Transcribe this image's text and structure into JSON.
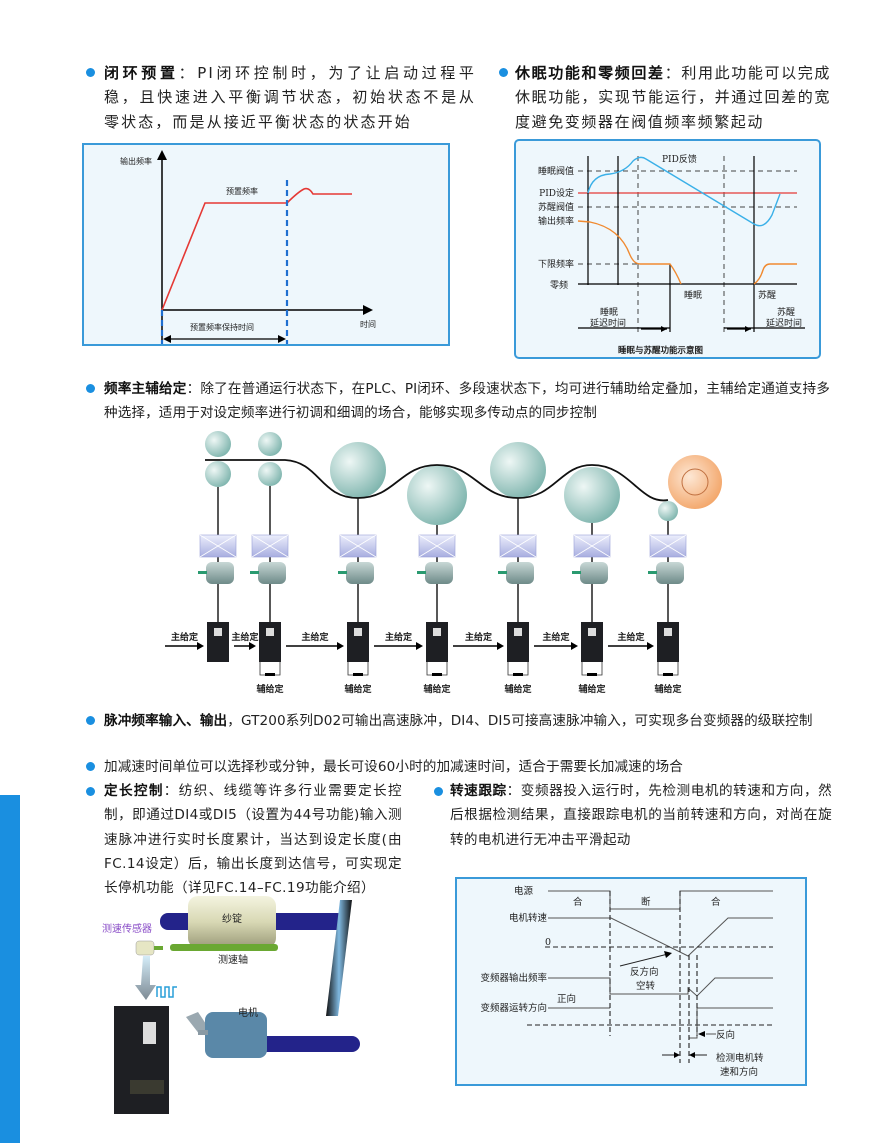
{
  "colors": {
    "accent": "#1a8fe0",
    "box_border": "#3a9ad9",
    "box_bg": "#eef7fc",
    "red_line": "#e53935",
    "feedback": "#3ab0e8",
    "output": "#f08a30"
  },
  "closed_loop": {
    "heading": "闭环预置",
    "body": "：PI闭环控制时，为了让启动过程平稳，且快速进入平衡调节状态，初始状态不是从零状态，而是从接近平衡状态的状态开始",
    "diagram": {
      "y_label": "输出频率",
      "x_label": "时间",
      "preset_label": "预置频率",
      "hold_label": "预置频率保持时间"
    }
  },
  "sleep": {
    "heading": "休眠功能和零频回差",
    "body": "：利用此功能可以完成休眠功能，实现节能运行，并通过回差的宽度避免变频器在阀值频率频繁起动",
    "diagram": {
      "sleep_threshold": "睡眠阀值",
      "pid_set": "PID设定",
      "wake_threshold": "苏醒阀值",
      "output_freq": "输出频率",
      "lower_limit": "下限频率",
      "zero_freq": "零频",
      "pid_feedback": "PID反馈",
      "sleep": "睡眠",
      "wake": "苏醒",
      "sleep_delay_1": "睡眠",
      "sleep_delay_2": "延迟时间",
      "wake_delay_1": "苏醒",
      "wake_delay_2": "延迟时间",
      "caption": "睡眠与苏醒功能示意图"
    }
  },
  "main_aux": {
    "heading": "频率主辅给定",
    "body": "：除了在普通运行状态下，在PLC、PI闭环、多段速状态下，均可进行辅助给定叠加，主辅给定通道支持多种选择，适用于对设定频率进行初调和细调的场合，能够实现多传动点的同步控制",
    "main_label": "主给定",
    "aux_label": "辅给定"
  },
  "pulse": {
    "heading": "脉冲频率输入、输出",
    "body": "，GT200系列D02可输出高速脉冲，DI4、DI5可接高速脉冲输入，可实现多台变频器的级联控制"
  },
  "accel": {
    "body": "加减速时间单位可以选择秒或分钟，最长可设60小时的加减速时间，适合于需要长加减速的场合"
  },
  "length": {
    "heading": "定长控制",
    "body": "：纺织、线缆等许多行业需要定长控制，即通过DI4或DI5（设置为44号功能)输入测速脉冲进行实时长度累计，当达到设定长度(由FC.14设定）后，输出长度到达信号，可实现定长停机功能（详见FC.14–FC.19功能介绍）",
    "picture": {
      "spindle": "纱锭",
      "sensor": "测速传感器",
      "shaft": "测速轴",
      "motor": "电机"
    }
  },
  "tracking": {
    "heading": "转速跟踪",
    "body": "：变频器投入运行时，先检测电机的转速和方向，然后根据检测结果，直接跟踪电机的当前转速和方向，对尚在旋转的电机进行无冲击平滑起动",
    "diagram": {
      "power": "电源",
      "on_1": "合",
      "off": "断",
      "on_2": "合",
      "motor_speed": "电机转速",
      "zero": "0",
      "reverse_idle_1": "反方向",
      "reverse_idle_2": "空转",
      "inv_output": "变频器输出频率",
      "forward": "正向",
      "inv_direction": "变频器运转方向",
      "reverse": "反向",
      "detect_1": "检测电机转",
      "detect_2": "速和方向"
    }
  }
}
